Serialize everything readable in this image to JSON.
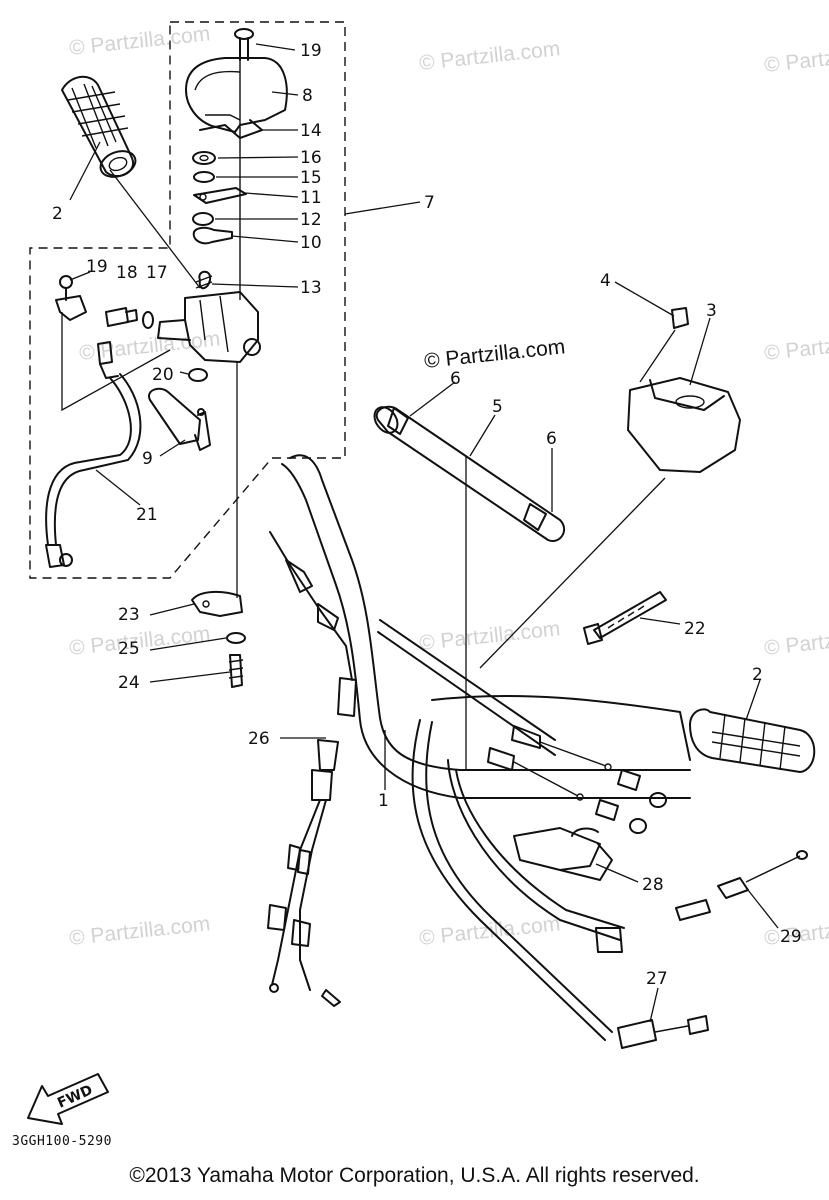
{
  "watermark": "© Partzilla.com",
  "fwd_label": "FWD",
  "diagram_code": "3GGH100-5290",
  "copyright": "©2013 Yamaha Motor Corporation, U.S.A. All rights reserved.",
  "callouts": {
    "n1": "1",
    "n2a": "2",
    "n2b": "2",
    "n3": "3",
    "n4": "4",
    "n5": "5",
    "n6a": "6",
    "n6b": "6",
    "n7": "7",
    "n8": "8",
    "n9": "9",
    "n10": "10",
    "n11": "11",
    "n12": "12",
    "n13": "13",
    "n14": "14",
    "n15": "15",
    "n16": "16",
    "n17": "17",
    "n18": "18",
    "n19a": "19",
    "n19b": "19",
    "n20": "20",
    "n21": "21",
    "n22": "22",
    "n23": "23",
    "n24": "24",
    "n25": "25",
    "n26": "26",
    "n27": "27",
    "n28": "28",
    "n29": "29"
  }
}
